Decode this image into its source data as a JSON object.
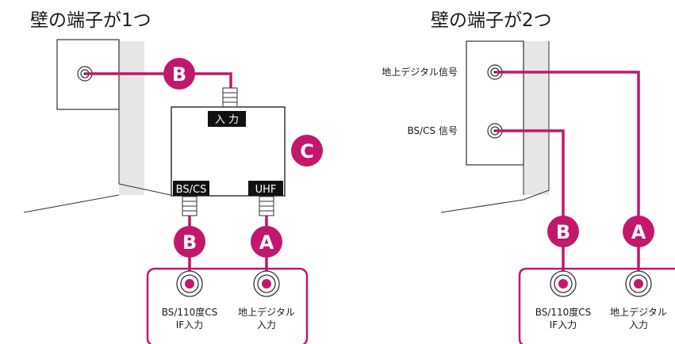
{
  "colors": {
    "accent": "#c2176d",
    "wall_shade": "#e6e6e6",
    "line": "#333333"
  },
  "left": {
    "title": "壁の端子が1つ",
    "splitter_input_label": "入 力",
    "splitter_out_bscs_label": "BS/CS",
    "splitter_out_uhf_label": "UHF",
    "badge_cable_wall": "B",
    "badge_splitter": "C",
    "badge_cable_bscs": "B",
    "badge_cable_uhf": "A",
    "port_bs_label_1": "BS/110度CS",
    "port_bs_label_2": "IF入力",
    "port_uhf_label_1": "地上デジタル",
    "port_uhf_label_2": "入力"
  },
  "right": {
    "title": "壁の端子が2つ",
    "wall_port_terrestrial_label": "地上デジタル信号",
    "wall_port_bscs_label": "BS/CS 信号",
    "badge_cable_bscs": "B",
    "badge_cable_uhf": "A",
    "port_bs_label_1": "BS/110度CS",
    "port_bs_label_2": "IF入力",
    "port_uhf_label_1": "地上デジタル",
    "port_uhf_label_2": "入力"
  }
}
